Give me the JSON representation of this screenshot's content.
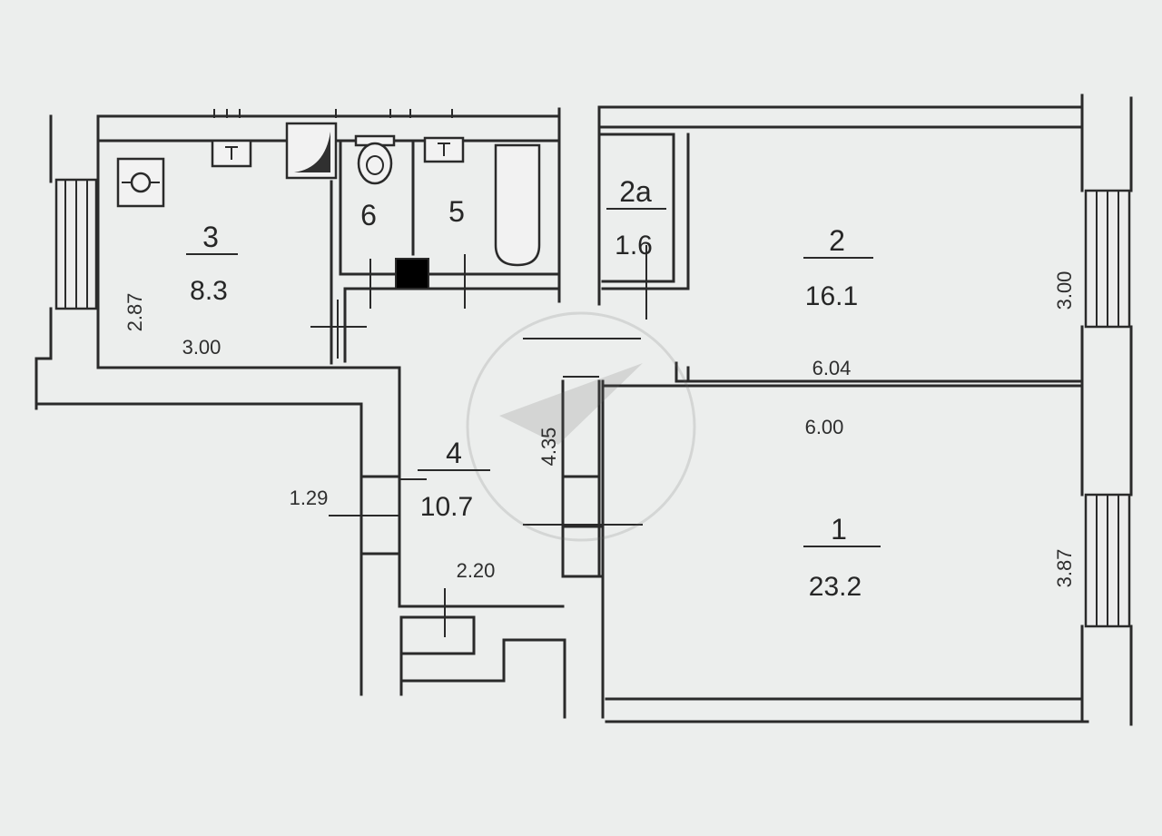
{
  "rooms": [
    {
      "number": "1",
      "area": "23.2"
    },
    {
      "number": "2",
      "area": "16.1"
    },
    {
      "number": "2a",
      "area": "1.6"
    },
    {
      "number": "3",
      "area": "8.3"
    },
    {
      "number": "4",
      "area": "10.7"
    },
    {
      "number": "5",
      "area": ""
    },
    {
      "number": "6",
      "area": ""
    }
  ],
  "dimensions": {
    "kitchen_height": "2.87",
    "kitchen_width": "3.00",
    "room2_height": "3.00",
    "room2_width": "6.04",
    "room1_width": "6.00",
    "room1_height": "3.87",
    "hall_height": "4.35",
    "hall_width": "2.20",
    "corridor_length": "1.29"
  },
  "fixtures": [
    "stove-icon",
    "sink-icon",
    "toilet-icon",
    "bathtub-icon",
    "washbasin-icon",
    "boiler-icon"
  ],
  "colors": {
    "paper": "#eceeed",
    "ink": "#2a2a2a"
  }
}
